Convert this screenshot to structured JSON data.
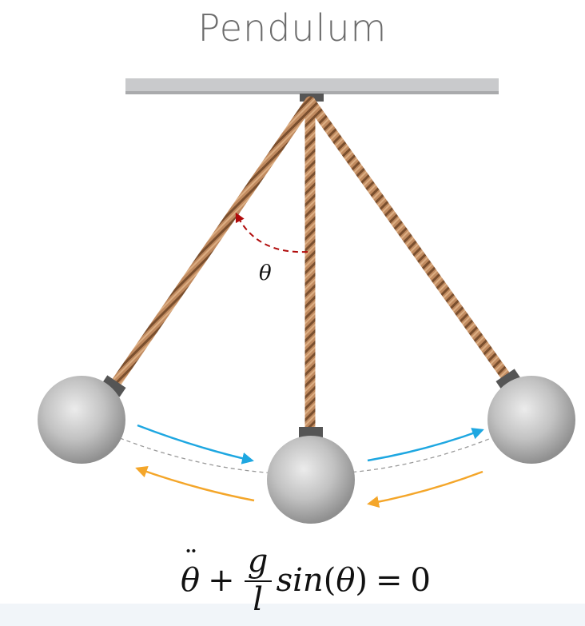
{
  "title": "Pendulum",
  "angle_label": "θ",
  "equation": {
    "lhs_variable": "θ",
    "lhs_dots": "¨",
    "plus": "+",
    "numerator": "g",
    "denominator": "l",
    "function": "sin",
    "open_paren": "(",
    "argument": "θ",
    "close_paren": ")",
    "equals": "=",
    "rhs": "0"
  },
  "colors": {
    "ceiling": "#c9cacc",
    "rope": "#c08a5f",
    "rope_dark": "#7a4f2e",
    "bob": "#b9b9b9",
    "cap": "#555555",
    "angle_arc": "#b00b0b",
    "forward_arrow": "#1ea7e1",
    "return_arrow": "#f4a62a",
    "path": "#9a9a9a"
  }
}
